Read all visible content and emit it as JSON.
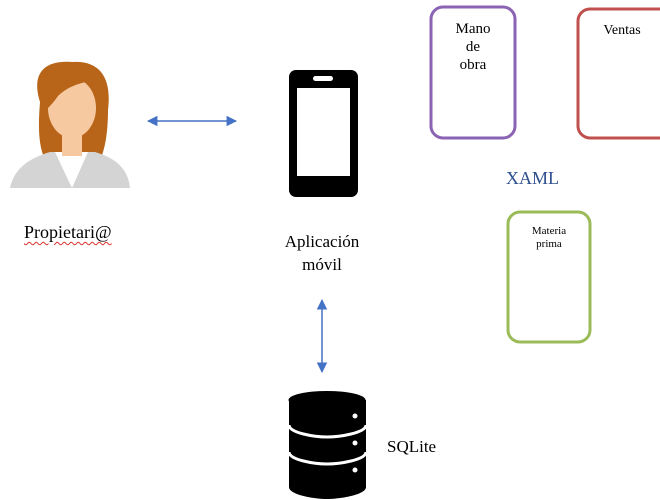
{
  "actors": {
    "owner_label": "Propietari@",
    "app_label_line1": "Aplicación",
    "app_label_line2": "móvil",
    "database_label": "SQLite"
  },
  "framework": {
    "label": "XAML",
    "label_color": "#2e4f8f"
  },
  "modules": [
    {
      "line1": "Mano",
      "line2": "de",
      "line3": "obra",
      "border_color": "#8a63b4"
    },
    {
      "line1": "Ventas",
      "border_color": "#c0504d"
    },
    {
      "line1": "Materia",
      "line2": "prima",
      "border_color": "#9bbb59"
    }
  ],
  "colors": {
    "arrow": "#4472c4",
    "hair": "#b8651a",
    "skin": "#f6c9a0",
    "shirt": "#d4d4d4",
    "device": "#000000"
  },
  "icons": [
    "person-icon",
    "smartphone-icon",
    "database-icon"
  ]
}
